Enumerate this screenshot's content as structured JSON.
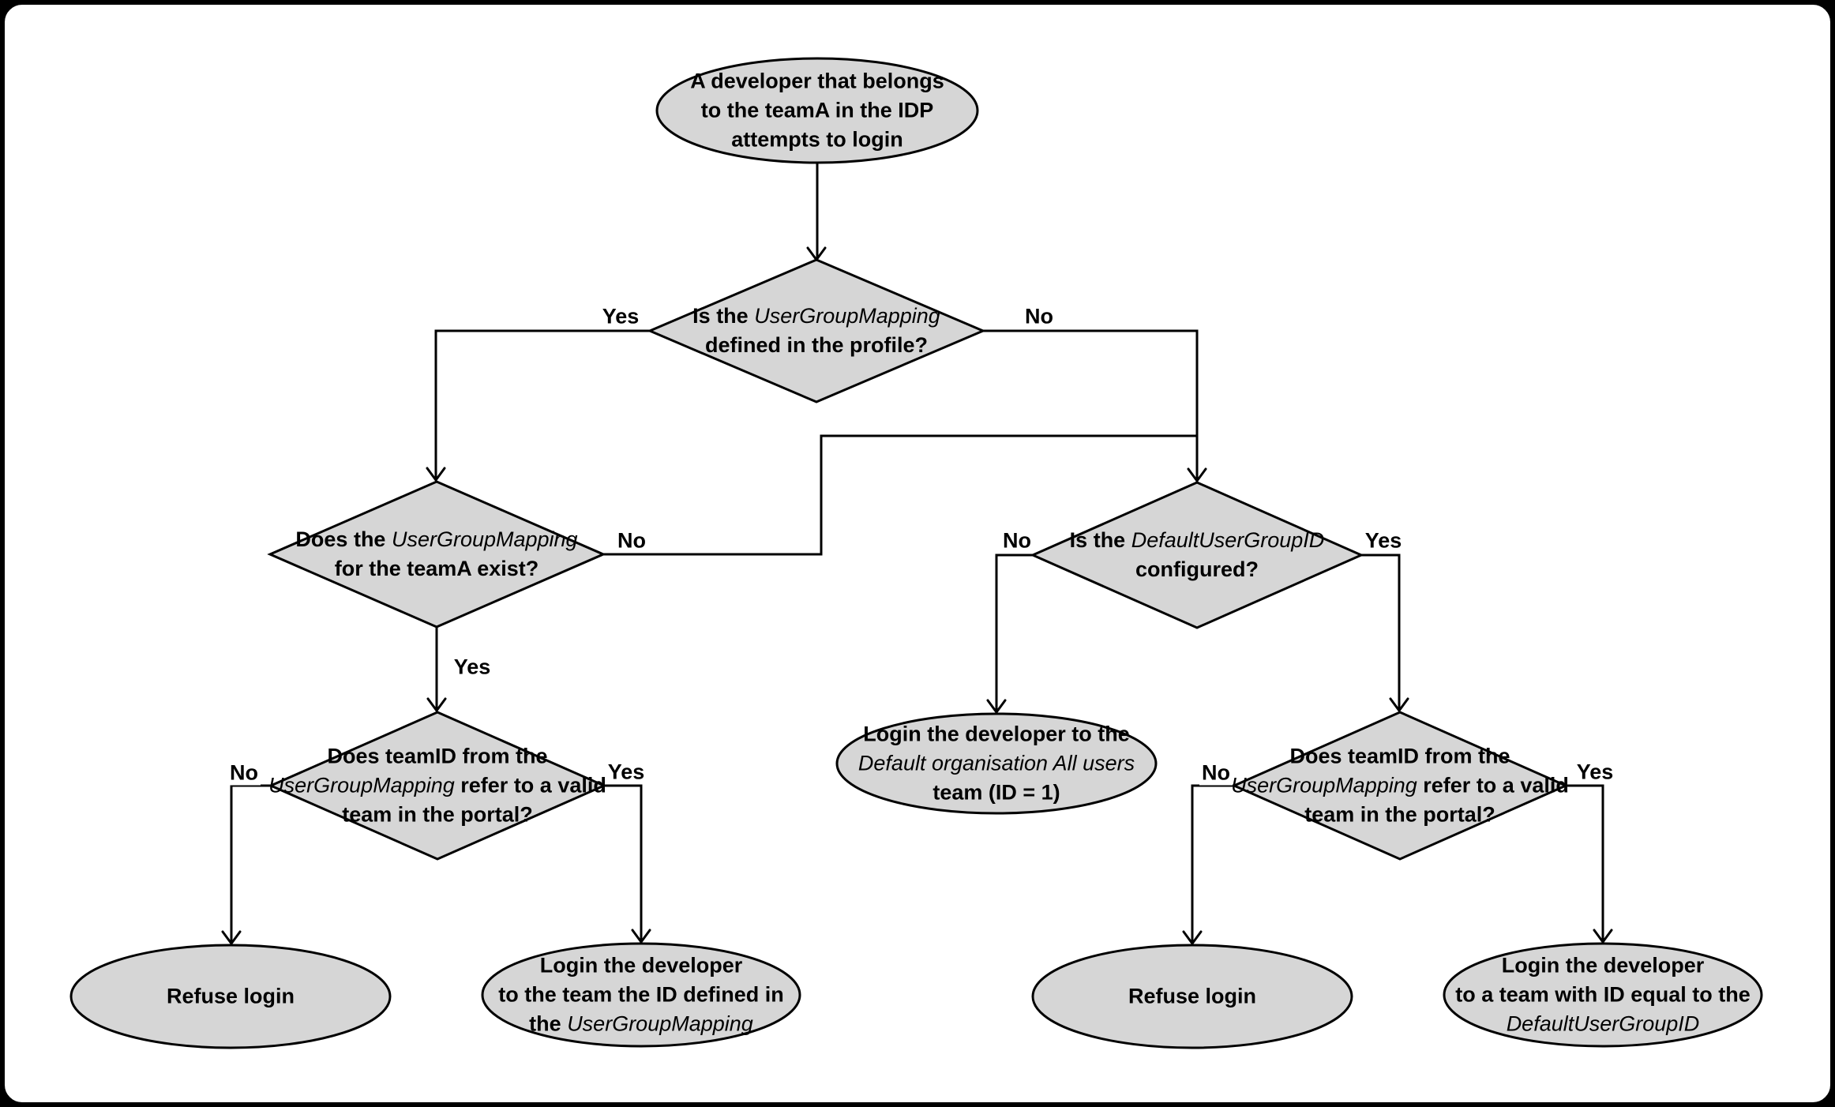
{
  "figure": {
    "background": "#ffffff",
    "frame_color": "#000000",
    "node_fill": "#d6d6d6",
    "node_stroke": "#000000",
    "text_color": "#000000"
  },
  "nodes": [
    {
      "id": "start",
      "shape": "ellipse",
      "lines": [
        [
          {
            "t": "A developer that belongs"
          }
        ],
        [
          {
            "t": "to the teamA in the IDP"
          }
        ],
        [
          {
            "t": "attempts to login"
          }
        ]
      ]
    },
    {
      "id": "q-mapping-defined",
      "shape": "diamond",
      "lines": [
        [
          {
            "t": "Is the "
          },
          {
            "t": "UserGroupMapping",
            "i": true
          }
        ],
        [
          {
            "t": "defined in the profile?"
          }
        ]
      ]
    },
    {
      "id": "q-mapping-exists",
      "shape": "diamond",
      "lines": [
        [
          {
            "t": "Does the "
          },
          {
            "t": "UserGroupMapping",
            "i": true
          }
        ],
        [
          {
            "t": "for the teamA exist?"
          }
        ]
      ]
    },
    {
      "id": "q-default-id-configured",
      "shape": "diamond",
      "lines": [
        [
          {
            "t": "Is the "
          },
          {
            "t": "DefaultUserGroupID",
            "i": true
          }
        ],
        [
          {
            "t": "configured?"
          }
        ]
      ]
    },
    {
      "id": "q-teamid-valid-left",
      "shape": "diamond",
      "lines": [
        [
          {
            "t": "Does teamID from the"
          }
        ],
        [
          {
            "t": "UserGroupMapping",
            "i": true
          },
          {
            "t": " refer to a valid"
          }
        ],
        [
          {
            "t": "team in the portal?"
          }
        ]
      ]
    },
    {
      "id": "q-teamid-valid-right",
      "shape": "diamond",
      "lines": [
        [
          {
            "t": "Does teamID from the"
          }
        ],
        [
          {
            "t": "UserGroupMapping",
            "i": true
          },
          {
            "t": " refer to a valid"
          }
        ],
        [
          {
            "t": "team in the portal?"
          }
        ]
      ]
    },
    {
      "id": "refuse-login-left",
      "shape": "ellipse",
      "lines": [
        [
          {
            "t": "Refuse login"
          }
        ]
      ]
    },
    {
      "id": "login-mapped-team",
      "shape": "ellipse",
      "lines": [
        [
          {
            "t": "Login the developer"
          }
        ],
        [
          {
            "t": "to the team the ID defined in"
          }
        ],
        [
          {
            "t": "the "
          },
          {
            "t": "UserGroupMapping",
            "i": true
          }
        ]
      ]
    },
    {
      "id": "login-default-org",
      "shape": "ellipse",
      "lines": [
        [
          {
            "t": "Login the developer to the"
          }
        ],
        [
          {
            "t": "Default organisation All users",
            "i": true
          }
        ],
        [
          {
            "t": "team (ID = 1)"
          }
        ]
      ]
    },
    {
      "id": "refuse-login-right",
      "shape": "ellipse",
      "lines": [
        [
          {
            "t": "Refuse login"
          }
        ]
      ]
    },
    {
      "id": "login-default-group",
      "shape": "ellipse",
      "lines": [
        [
          {
            "t": "Login the developer"
          }
        ],
        [
          {
            "t": "to a team with ID equal to the"
          }
        ],
        [
          {
            "t": "DefaultUserGroupID",
            "i": true
          }
        ]
      ]
    }
  ],
  "edges": [
    {
      "from": "start",
      "to": "q-mapping-defined",
      "label": ""
    },
    {
      "from": "q-mapping-defined",
      "to": "q-mapping-exists",
      "label": "Yes"
    },
    {
      "from": "q-mapping-defined",
      "to": "q-default-id-configured",
      "label": "No"
    },
    {
      "from": "q-mapping-exists",
      "to": "q-teamid-valid-left",
      "label": "Yes"
    },
    {
      "from": "q-mapping-exists",
      "to": "q-default-id-configured",
      "label": "No"
    },
    {
      "from": "q-default-id-configured",
      "to": "login-default-org",
      "label": "No"
    },
    {
      "from": "q-default-id-configured",
      "to": "q-teamid-valid-right",
      "label": "Yes"
    },
    {
      "from": "q-teamid-valid-left",
      "to": "refuse-login-left",
      "label": "No"
    },
    {
      "from": "q-teamid-valid-left",
      "to": "login-mapped-team",
      "label": "Yes"
    },
    {
      "from": "q-teamid-valid-right",
      "to": "refuse-login-right",
      "label": "No"
    },
    {
      "from": "q-teamid-valid-right",
      "to": "login-default-group",
      "label": "Yes"
    }
  ]
}
